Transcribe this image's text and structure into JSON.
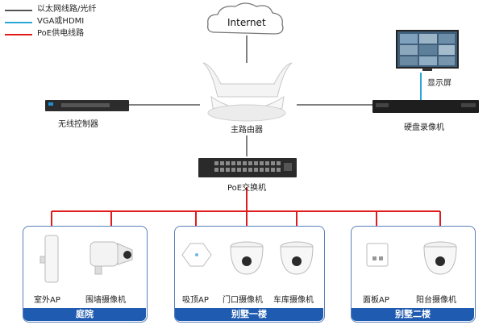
{
  "legend": [
    {
      "label": "以太网线路/光纤",
      "color": "#555555"
    },
    {
      "label": "VGA或HDMI",
      "color": "#29a8d8"
    },
    {
      "label": "PoE供电线路",
      "color": "#e01b1b"
    }
  ],
  "nodes": {
    "internet": "Internet",
    "router": "主路由器",
    "wireless_controller": "无线控制器",
    "nvr": "硬盘录像机",
    "monitor": "显示屏",
    "poe_switch": "PoE交换机"
  },
  "zones": [
    {
      "name": "庭院",
      "devices": [
        "室外AP",
        "围墙摄像机"
      ]
    },
    {
      "name": "别墅一楼",
      "devices": [
        "吸顶AP",
        "门口摄像机",
        "车库摄像机"
      ]
    },
    {
      "name": "别墅二楼",
      "devices": [
        "面板AP",
        "阳台摄像机"
      ]
    }
  ]
}
